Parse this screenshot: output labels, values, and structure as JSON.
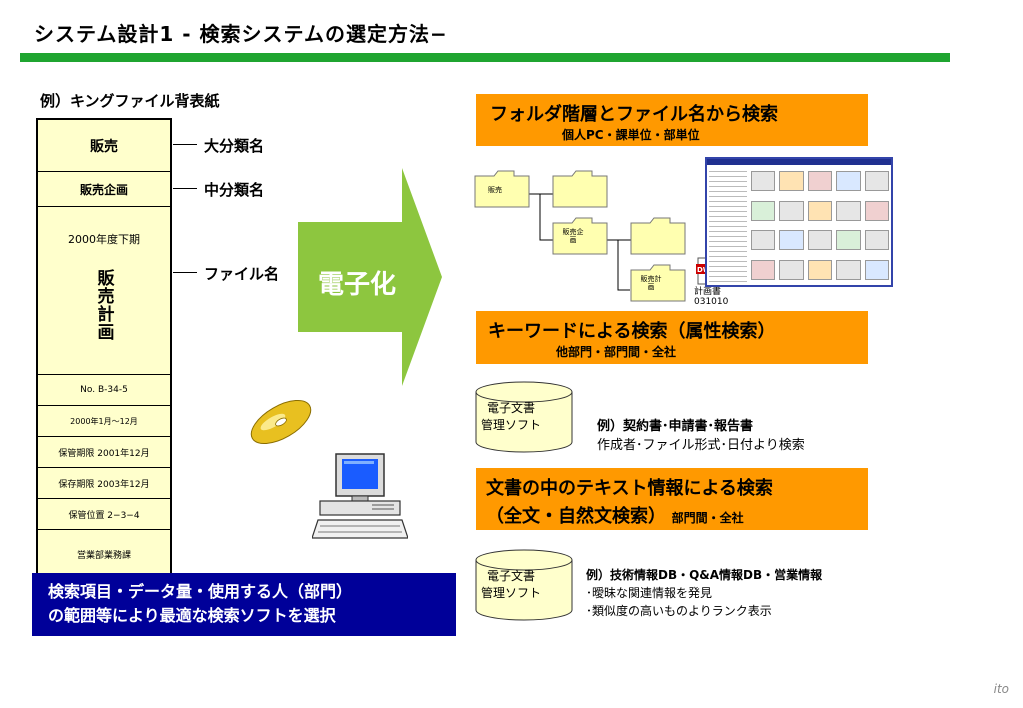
{
  "title": "システム設計1 - 検索システムの選定方法−",
  "colors": {
    "green": "#1fa530",
    "orange": "#ff9900",
    "navy": "#000099",
    "spine": "#ffffcc"
  },
  "left": {
    "example_label": "例）キングファイル背表紙",
    "spine": {
      "major": "販売",
      "middle": "販売企画",
      "period": "2000年度下期",
      "file_title": "販売計画",
      "number": "No. B-34-5",
      "range": "2000年1月〜12月",
      "keep_until": "保管期限 2001年12月",
      "store_until": "保存期限 2003年12月",
      "location": "保管位置 2−3−4",
      "dept": "営業部業務課"
    },
    "leaders": {
      "major": "大分類名",
      "middle": "中分類名",
      "file": "ファイル名"
    },
    "bottom_line1": "検索項目・データ量・使用する人（部門）",
    "bottom_line2": "の範囲等により最適な検索ソフトを選択"
  },
  "arrow": {
    "label": "電子化",
    "icons": [
      "cd-icon",
      "computer-icon"
    ]
  },
  "right": {
    "box1": {
      "title": "フォルダ階層とファイル名から検索",
      "sub": "個人PC・課単位・部単位"
    },
    "tree": {
      "root": "販売",
      "child": "販売企画",
      "grandchild": "販売計画",
      "file_name": "計画書",
      "file_code": "031010",
      "file_badge": "DW"
    },
    "box2": {
      "title": "キーワードによる検索（属性検索）",
      "sub": "他部門・部門間・全社"
    },
    "db1": {
      "label_line1": "電子文書",
      "label_line2": "管理ソフト",
      "example": "例）契約書･申請書･報告書",
      "detail": "作成者･ファイル形式･日付より検索"
    },
    "box3": {
      "line1": "文書の中のテキスト情報による検索",
      "line2": "（全文・自然文検索）",
      "line2_sub": "部門間・全社"
    },
    "db2": {
      "label_line1": "電子文書",
      "label_line2": "管理ソフト",
      "example": "例）技術情報DB・Q&A情報DB・営業情報",
      "bullet1": "･曖昧な関連情報を発見",
      "bullet2": "･類似度の高いものよりランク表示"
    }
  },
  "signature": "ito"
}
